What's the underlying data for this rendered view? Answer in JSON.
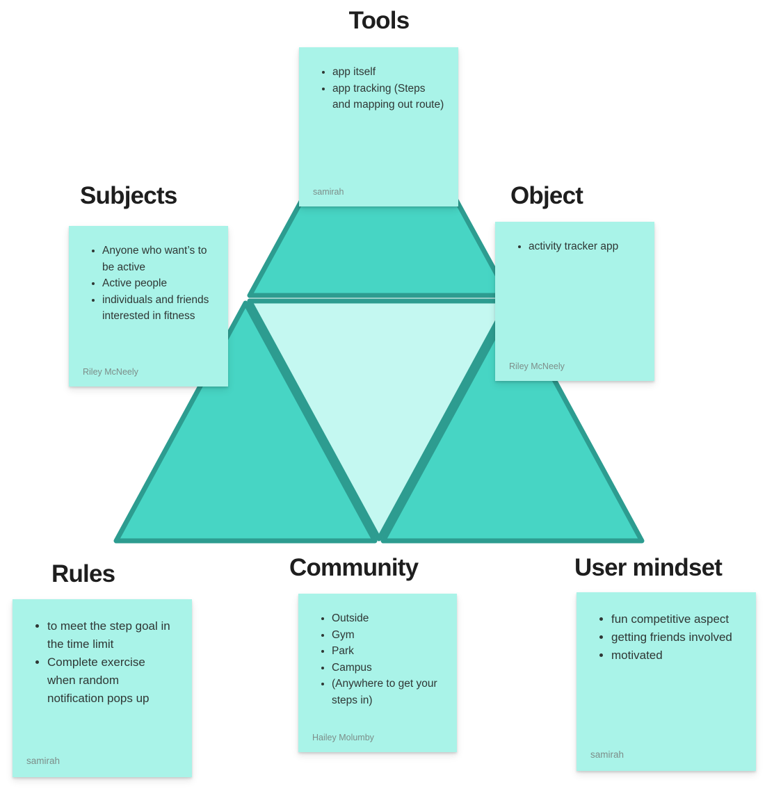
{
  "colors": {
    "canvas_background": "#ffffff",
    "triangle_fill": "#47d5c4",
    "triangle_center_fill": "#c4f8f1",
    "triangle_stroke": "#2d9c90",
    "note_fill": "#a9f3e8",
    "heading_color": "#1e1e1e",
    "note_text_color": "#2f3634",
    "author_color": "#7d8d89"
  },
  "sections": [
    {
      "id": "tools",
      "title": "Tools",
      "author": "samirah",
      "bullets": [
        "app itself",
        "app tracking (Steps\nand mapping out route)"
      ]
    },
    {
      "id": "subjects",
      "title": "Subjects",
      "author": "Riley McNeely",
      "bullets": [
        "Anyone who want’s to\nbe active",
        "Active people",
        "individuals and friends\ninterested in fitness"
      ]
    },
    {
      "id": "object",
      "title": "Object",
      "author": "Riley McNeely",
      "bullets": [
        "activity tracker app"
      ]
    },
    {
      "id": "rules",
      "title": "Rules",
      "author": "samirah",
      "bullets": [
        "to meet the step goal in\nthe time limit",
        "Complete exercise\nwhen random\nnotification pops up"
      ]
    },
    {
      "id": "community",
      "title": "Community",
      "author": "Hailey Molumby",
      "bullets": [
        "Outside",
        "Gym",
        "Park",
        "Campus",
        "(Anywhere to get your\nsteps in)"
      ]
    },
    {
      "id": "user_mindset",
      "title": "User mindset",
      "author": "samirah",
      "bullets": [
        "fun competitive aspect",
        "getting friends involved",
        "motivated"
      ]
    }
  ]
}
